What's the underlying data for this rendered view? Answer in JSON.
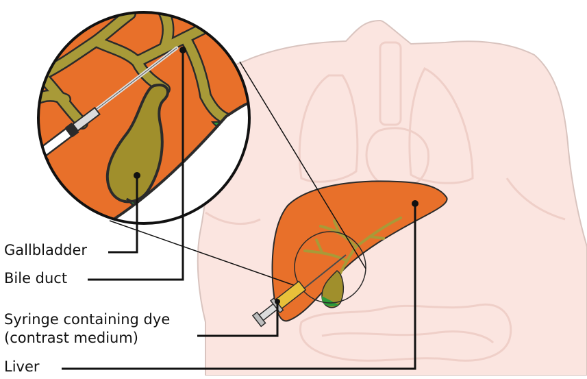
{
  "labels": {
    "gallbladder": "Gallbladder",
    "bile_duct": "Bile duct",
    "syringe_line1": "Syringe containing dye",
    "syringe_line2": "(contrast medium)",
    "liver": "Liver"
  },
  "colors": {
    "body_outline": "#c9b6b1",
    "body_fill": "#fbe5e0",
    "organ_faint": "#f2d3cd",
    "liver_fill": "#e8702a",
    "liver_outline": "#2b2b2b",
    "bile_duct": "#a89a38",
    "gallbladder": "#a08f2c",
    "green_tissue": "#2e9a3a",
    "syringe_barrel": "#e8c13a",
    "syringe_metal": "#4a4a4a",
    "leader_line": "#111111"
  }
}
